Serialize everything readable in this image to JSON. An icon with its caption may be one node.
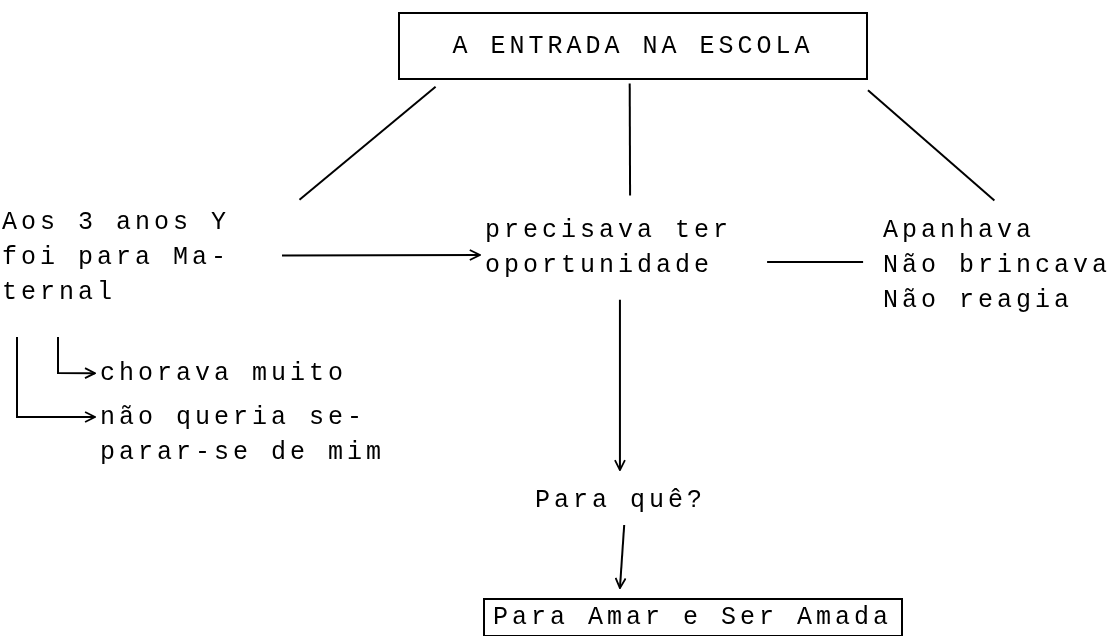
{
  "diagram": {
    "nodes": [
      {
        "text": [
          "A ENTRADA NA ESCOLA"
        ]
      },
      {
        "text": [
          "Aos 3 anos Y foi para Ma- ternal"
        ]
      },
      {
        "text": [
          "precisava ter oportunidade"
        ]
      },
      {
        "text": [
          "Apanhava",
          "Não brincava",
          "Não reagia"
        ]
      },
      {
        "text": [
          "chorava muito"
        ]
      },
      {
        "text": [
          "não queria se- parar-se de mim"
        ]
      },
      {
        "text": [
          "Para quê?"
        ]
      },
      {
        "text": [
          "Para Amar e Ser Amada"
        ]
      }
    ],
    "edges": [
      {
        "from": 0,
        "to": 1,
        "arrow": "none"
      },
      {
        "from": 0,
        "to": 2,
        "arrow": "none"
      },
      {
        "from": 0,
        "to": 3,
        "arrow": "none"
      },
      {
        "from": 1,
        "to": 2,
        "arrow": "to"
      },
      {
        "from": 2,
        "to": 3,
        "arrow": "none"
      },
      {
        "from": 1,
        "to": 4,
        "arrow": "to"
      },
      {
        "from": 1,
        "to": 5,
        "arrow": "to"
      },
      {
        "from": 2,
        "to": 6,
        "arrow": "to"
      },
      {
        "from": 6,
        "to": 7,
        "arrow": "to"
      }
    ]
  }
}
